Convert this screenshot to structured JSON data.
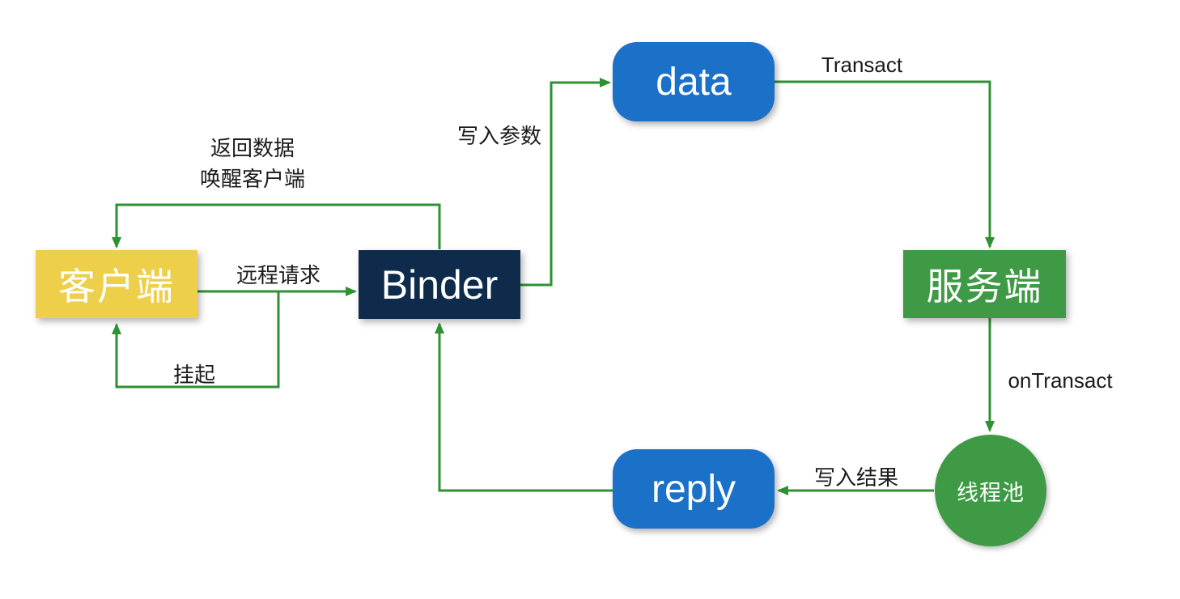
{
  "diagram": {
    "nodes": {
      "client": {
        "label": "客户端",
        "shape": "rect",
        "color": "#EDCF4A"
      },
      "binder": {
        "label": "Binder",
        "shape": "rect",
        "color": "#0E2B4C"
      },
      "data": {
        "label": "data",
        "shape": "rounded",
        "color": "#1B70C8"
      },
      "server": {
        "label": "服务端",
        "shape": "rect",
        "color": "#3E9A44"
      },
      "reply": {
        "label": "reply",
        "shape": "rounded",
        "color": "#1B70C8"
      },
      "thread_pool": {
        "label": "线程池",
        "shape": "circle",
        "color": "#3E9A44"
      }
    },
    "edges": {
      "wake": {
        "from": "binder",
        "to": "client",
        "label_line1": "返回数据",
        "label_line2": "唤醒客户端"
      },
      "remote_request": {
        "from": "client",
        "to": "binder",
        "label": "远程请求"
      },
      "suspend": {
        "from": "client",
        "to": "client",
        "label": "挂起"
      },
      "write_params": {
        "from": "binder",
        "to": "data",
        "label": "写入参数"
      },
      "transact": {
        "from": "data",
        "to": "server",
        "label": "Transact"
      },
      "on_transact": {
        "from": "server",
        "to": "thread_pool",
        "label": "onTransact"
      },
      "write_result": {
        "from": "thread_pool",
        "to": "reply",
        "label": "写入结果"
      },
      "reply_to_binder": {
        "from": "reply",
        "to": "binder",
        "label": ""
      }
    },
    "colors": {
      "connector_line": "#2E9132",
      "label_text": "#1B1B1B",
      "background": "#FFFFFF",
      "node_text": "#FFFFFF"
    }
  }
}
